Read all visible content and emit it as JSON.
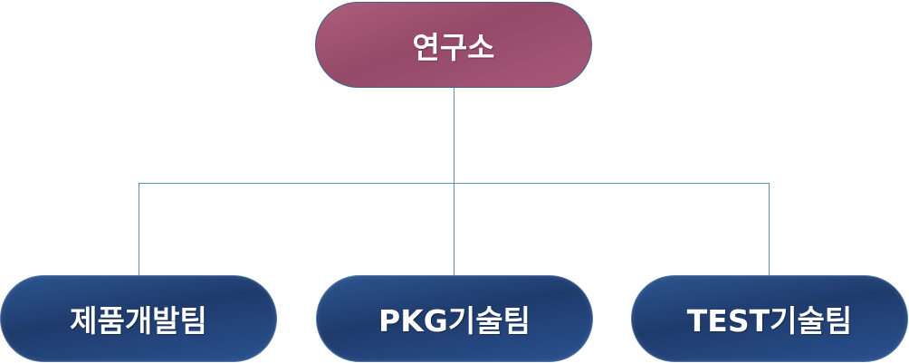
{
  "diagram": {
    "type": "org-chart",
    "root": {
      "label": "연구소",
      "color": "#a0526f"
    },
    "children": [
      {
        "label": "제품개발팀",
        "color": "#24457a"
      },
      {
        "label": "PKG기술팀",
        "color": "#24457a"
      },
      {
        "label": "TEST기술팀",
        "color": "#24457a"
      }
    ],
    "connector_color": "#5b8fb0"
  }
}
